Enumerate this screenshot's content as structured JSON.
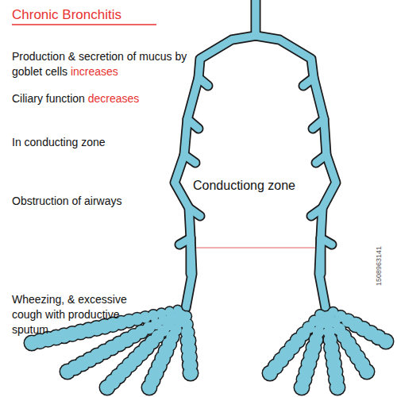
{
  "diagram": {
    "title": "Chronic Bronchitis",
    "labels": [
      "Production & secretion of mucus by goblet cells",
      "increases",
      "Ciliary function",
      "decreases",
      "In conducting zone",
      "Obstruction of airways",
      "Wheezing, & excessive cough with productive sputum",
      "Conductiong zone",
      "1508963141"
    ]
  }
}
